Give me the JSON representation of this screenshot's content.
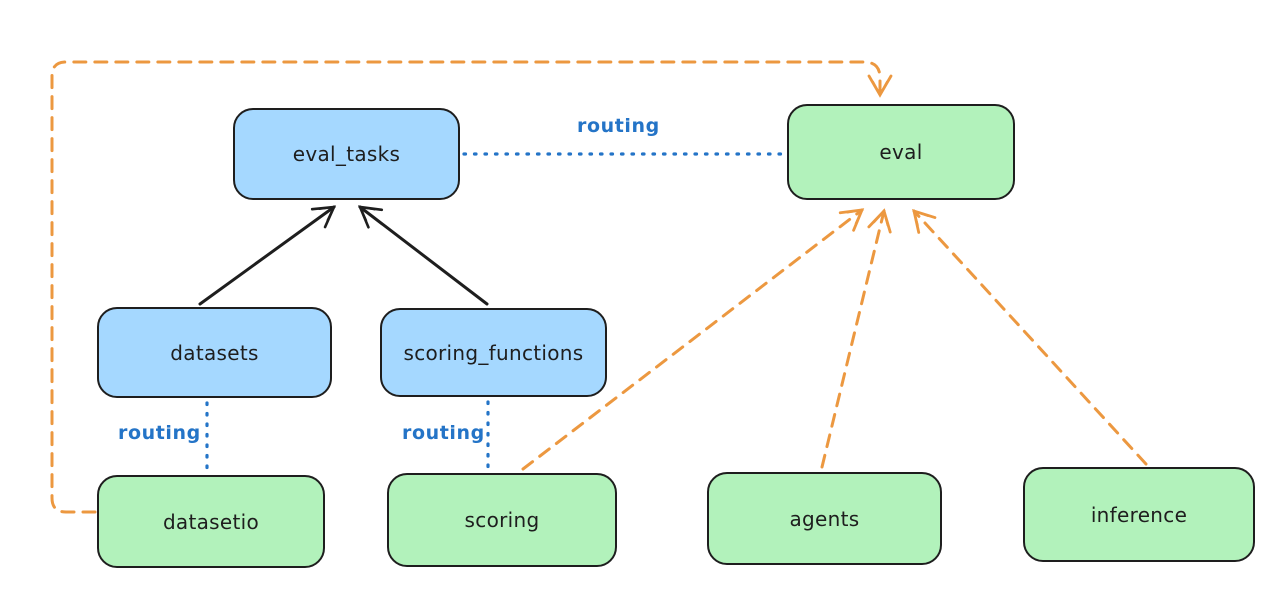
{
  "diagram": {
    "nodes": [
      {
        "id": "eval_tasks",
        "label": "eval_tasks",
        "fill": "#a5d8ff"
      },
      {
        "id": "eval",
        "label": "eval",
        "fill": "#b2f2bb"
      },
      {
        "id": "datasets",
        "label": "datasets",
        "fill": "#a5d8ff"
      },
      {
        "id": "scoring_functions",
        "label": "scoring_functions",
        "fill": "#a5d8ff"
      },
      {
        "id": "datasetio",
        "label": "datasetio",
        "fill": "#b2f2bb"
      },
      {
        "id": "scoring",
        "label": "scoring",
        "fill": "#b2f2bb"
      },
      {
        "id": "agents",
        "label": "agents",
        "fill": "#b2f2bb"
      },
      {
        "id": "inference",
        "label": "inference",
        "fill": "#b2f2bb"
      }
    ],
    "edges": [
      {
        "from": "eval_tasks",
        "to": "eval",
        "style": "dotted",
        "color": "#2474c7",
        "label": "routing"
      },
      {
        "from": "datasets",
        "to": "datasetio",
        "style": "dotted",
        "color": "#2474c7",
        "label": "routing"
      },
      {
        "from": "scoring_functions",
        "to": "scoring",
        "style": "dotted",
        "color": "#2474c7",
        "label": "routing"
      },
      {
        "from": "datasets",
        "to": "eval_tasks",
        "style": "solid-arrow",
        "color": "#1e1e1e",
        "label": ""
      },
      {
        "from": "scoring_functions",
        "to": "eval_tasks",
        "style": "solid-arrow",
        "color": "#1e1e1e",
        "label": ""
      },
      {
        "from": "datasetio",
        "to": "eval",
        "style": "dashed-arrow",
        "color": "#ec9840",
        "label": ""
      },
      {
        "from": "scoring",
        "to": "eval",
        "style": "dashed-arrow",
        "color": "#ec9840",
        "label": ""
      },
      {
        "from": "agents",
        "to": "eval",
        "style": "dashed-arrow",
        "color": "#ec9840",
        "label": ""
      },
      {
        "from": "inference",
        "to": "eval",
        "style": "dashed-arrow",
        "color": "#ec9840",
        "label": ""
      }
    ],
    "colors": {
      "node_blue_fill": "#a5d8ff",
      "node_green_fill": "#b2f2bb",
      "node_stroke": "#1e1e1e",
      "routing_text": "#2474c7",
      "orange_arrow": "#ec9840",
      "black_arrow": "#1e1e1e",
      "background": "#ffffff"
    }
  }
}
